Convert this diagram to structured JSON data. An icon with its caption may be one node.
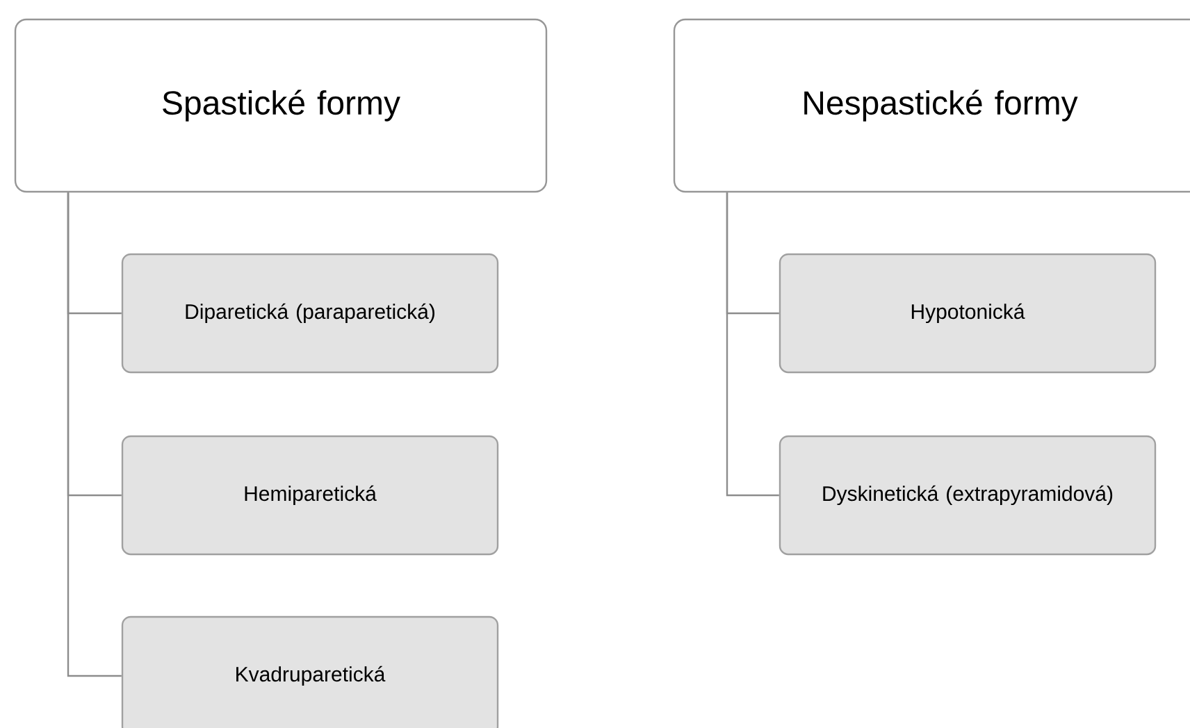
{
  "diagram": {
    "nodes": [
      {
        "text": [
          "Spastické formy"
        ]
      },
      {
        "text": [
          "Diparetická (paraparetická)"
        ]
      },
      {
        "text": [
          "Hemiparetická"
        ]
      },
      {
        "text": [
          "Kvadruparetická"
        ]
      },
      {
        "text": [
          "Nespastické formy"
        ]
      },
      {
        "text": [
          "Hypotonická"
        ]
      },
      {
        "text": [
          "Dyskinetická (extrapyramidová)"
        ]
      }
    ],
    "edges": [
      {
        "from": 0,
        "to": 1,
        "arrow": "none"
      },
      {
        "from": 0,
        "to": 2,
        "arrow": "none"
      },
      {
        "from": 0,
        "to": 3,
        "arrow": "none"
      },
      {
        "from": 4,
        "to": 5,
        "arrow": "none"
      },
      {
        "from": 4,
        "to": 6,
        "arrow": "none"
      }
    ]
  }
}
